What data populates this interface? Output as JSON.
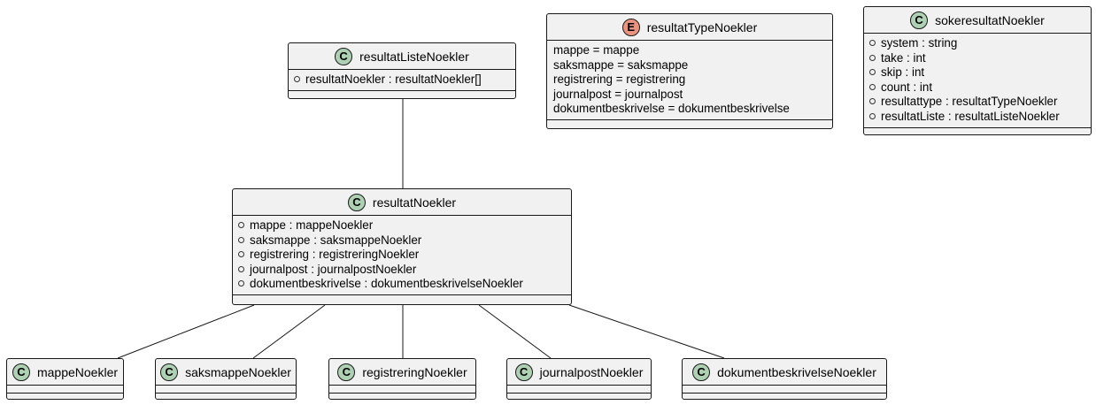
{
  "diagram": {
    "badges": {
      "class": "C",
      "enum": "E"
    },
    "classes": {
      "resultatListeNoekler": {
        "name": "resultatListeNoekler",
        "fields": [
          "resultatNoekler : resultatNoekler[]"
        ]
      },
      "resultatTypeNoekler": {
        "name": "resultatTypeNoekler",
        "literals": [
          "mappe = mappe",
          "saksmappe = saksmappe",
          "registrering = registrering",
          "journalpost = journalpost",
          "dokumentbeskrivelse = dokumentbeskrivelse"
        ]
      },
      "sokeresultatNoekler": {
        "name": "sokeresultatNoekler",
        "fields": [
          "system : string",
          "take : int",
          "skip : int",
          "count : int",
          "resultattype : resultatTypeNoekler",
          "resultatListe : resultatListeNoekler"
        ]
      },
      "resultatNoekler": {
        "name": "resultatNoekler",
        "fields": [
          "mappe : mappeNoekler",
          "saksmappe : saksmappeNoekler",
          "registrering : registreringNoekler",
          "journalpost : journalpostNoekler",
          "dokumentbeskrivelse : dokumentbeskrivelseNoekler"
        ]
      },
      "mappeNoekler": {
        "name": "mappeNoekler"
      },
      "saksmappeNoekler": {
        "name": "saksmappeNoekler"
      },
      "registreringNoekler": {
        "name": "registreringNoekler"
      },
      "journalpostNoekler": {
        "name": "journalpostNoekler"
      },
      "dokumentbeskrivelseNoekler": {
        "name": "dokumentbeskrivelseNoekler"
      }
    },
    "colors": {
      "class_badge": "#add1b2",
      "enum_badge": "#eb937f",
      "box_fill": "#f1f1f1",
      "line": "#181818"
    }
  }
}
